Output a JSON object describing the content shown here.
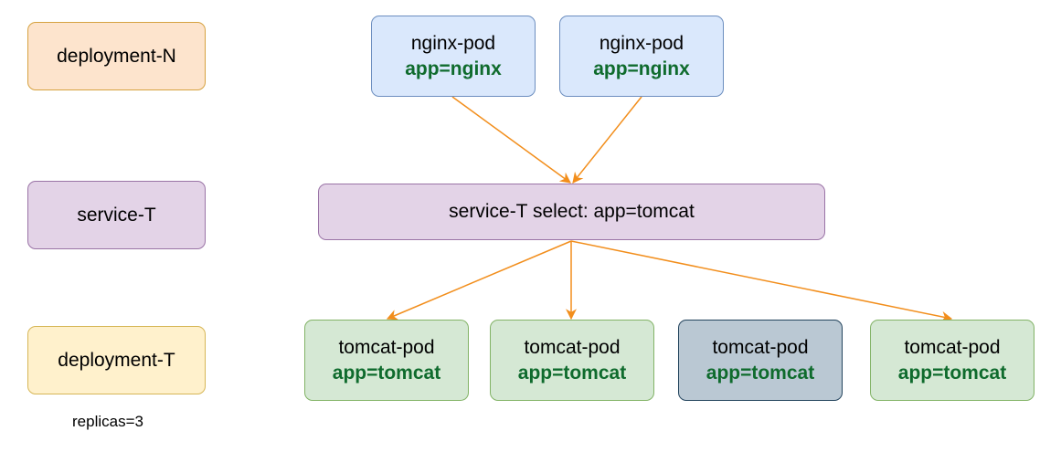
{
  "legend": {
    "deployment_n": "deployment-N",
    "service_t": "service-T",
    "deployment_t": "deployment-T",
    "replicas_note": "replicas=3"
  },
  "nginx_pods": [
    {
      "name": "nginx-pod",
      "label": "app=nginx"
    },
    {
      "name": "nginx-pod",
      "label": "app=nginx"
    }
  ],
  "service": {
    "text": "service-T select: app=tomcat"
  },
  "tomcat_pods": [
    {
      "name": "tomcat-pod",
      "label": "app=tomcat"
    },
    {
      "name": "tomcat-pod",
      "label": "app=tomcat"
    },
    {
      "name": "tomcat-pod",
      "label": "app=tomcat"
    },
    {
      "name": "tomcat-pod",
      "label": "app=tomcat"
    }
  ],
  "colors": {
    "arrow": "#f28e1c",
    "label_text": "#0f6b2d"
  }
}
